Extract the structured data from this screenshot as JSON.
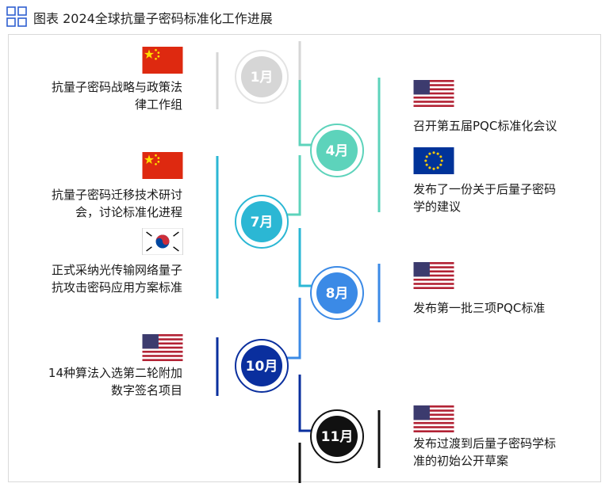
{
  "title": "图表 2024全球抗量子密码标准化工作进展",
  "icons": {
    "title": "grid-icon"
  },
  "colors": {
    "jan": "#d6d6d6",
    "apr": "#5dd3bb",
    "jul": "#2bb7d4",
    "aug": "#3b8ae6",
    "oct": "#0a2f9e",
    "nov": "#111111",
    "frame": "#d9d9d9"
  },
  "months": {
    "jan": "1月",
    "apr": "4月",
    "jul": "7月",
    "aug": "8月",
    "oct": "10月",
    "nov": "11月"
  },
  "events": {
    "jan_cn": {
      "flag": "china-flag",
      "text": "抗量子密码战略与政策法\n律工作组"
    },
    "apr_us": {
      "flag": "usa-flag",
      "text": "召开第五届PQC标准化会议"
    },
    "apr_eu": {
      "flag": "eu-flag",
      "text": "发布了一份关于后量子密码\n学的建议"
    },
    "jul_cn": {
      "flag": "china-flag",
      "text": "抗量子密码迁移技术研讨\n会，讨论标准化进程"
    },
    "jul_kr": {
      "flag": "korea-flag",
      "text": "正式采纳光传输网络量子\n抗攻击密码应用方案标准"
    },
    "aug_us": {
      "flag": "usa-flag",
      "text": "发布第一批三项PQC标准"
    },
    "oct_us": {
      "flag": "usa-flag",
      "text": "14种算法入选第二轮附加\n数字签名项目"
    },
    "nov_us": {
      "flag": "usa-flag",
      "text": "发布过渡到后量子密码学标\n准的初始公开草案"
    }
  }
}
